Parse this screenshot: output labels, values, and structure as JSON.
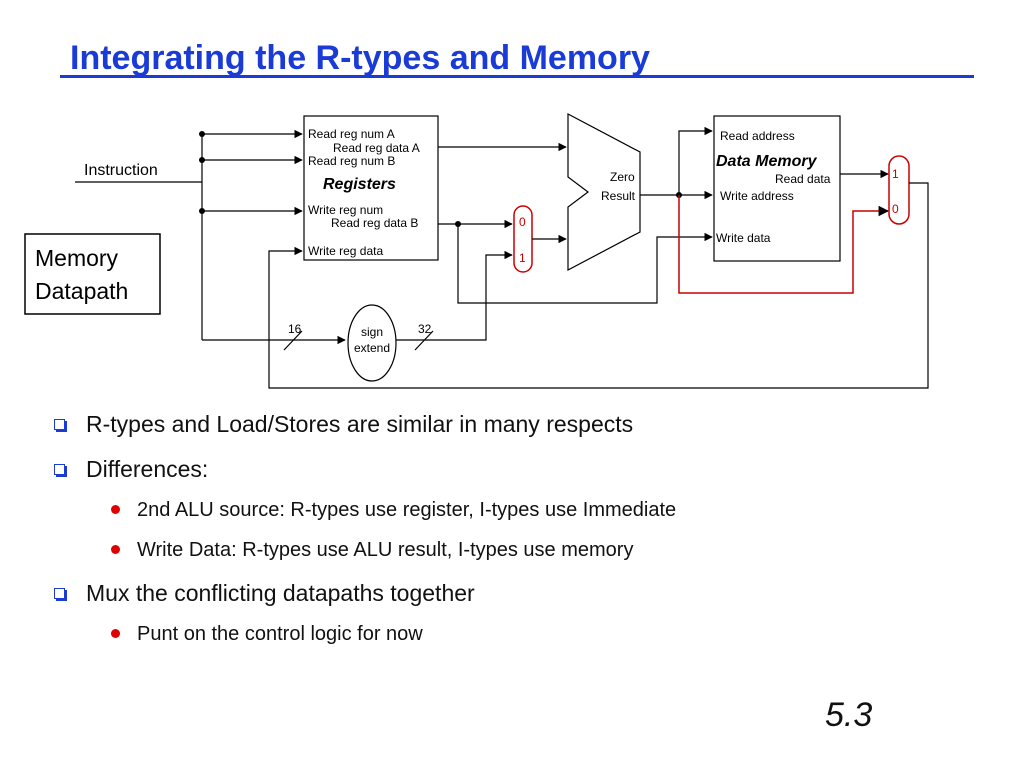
{
  "title": "Integrating the R-types and Memory",
  "diagram": {
    "instruction_label": "Instruction",
    "memory_datapath_box": [
      "Memory",
      "Datapath"
    ],
    "registers": {
      "name": "Registers",
      "read_reg_num_a": "Read reg num A",
      "read_reg_data_a": "Read reg data A",
      "read_reg_num_b": "Read reg num B",
      "write_reg_num": "Write reg num",
      "read_reg_data_b": "Read reg data B",
      "write_reg_data": "Write reg data"
    },
    "alu": {
      "zero": "Zero",
      "result": "Result"
    },
    "data_memory": {
      "name": "Data Memory",
      "read_address": "Read address",
      "read_data": "Read data",
      "write_address": "Write address",
      "write_data": "Write data"
    },
    "mux_alu_src": {
      "top": "0",
      "bottom": "1"
    },
    "mux_writeback": {
      "top": "1",
      "bottom": "0"
    },
    "sign_extend": {
      "line1": "sign",
      "line2": "extend",
      "in_width": "16",
      "out_width": "32"
    },
    "colors": {
      "wire": "#000000",
      "mux": "#cc0000",
      "new_path": "#cc0000"
    }
  },
  "bullets": [
    {
      "level": 1,
      "text": "R-types and Load/Stores are similar in many respects"
    },
    {
      "level": 1,
      "text": "Differences:"
    },
    {
      "level": 2,
      "text": "2nd ALU source: R-types use register, I-types use Immediate"
    },
    {
      "level": 2,
      "text": "Write Data: R-types use ALU result, I-types use memory"
    },
    {
      "level": 1,
      "text": "Mux the conflicting datapaths together"
    },
    {
      "level": 2,
      "text": "Punt on the control logic for now"
    }
  ],
  "slide_number": "5.3"
}
